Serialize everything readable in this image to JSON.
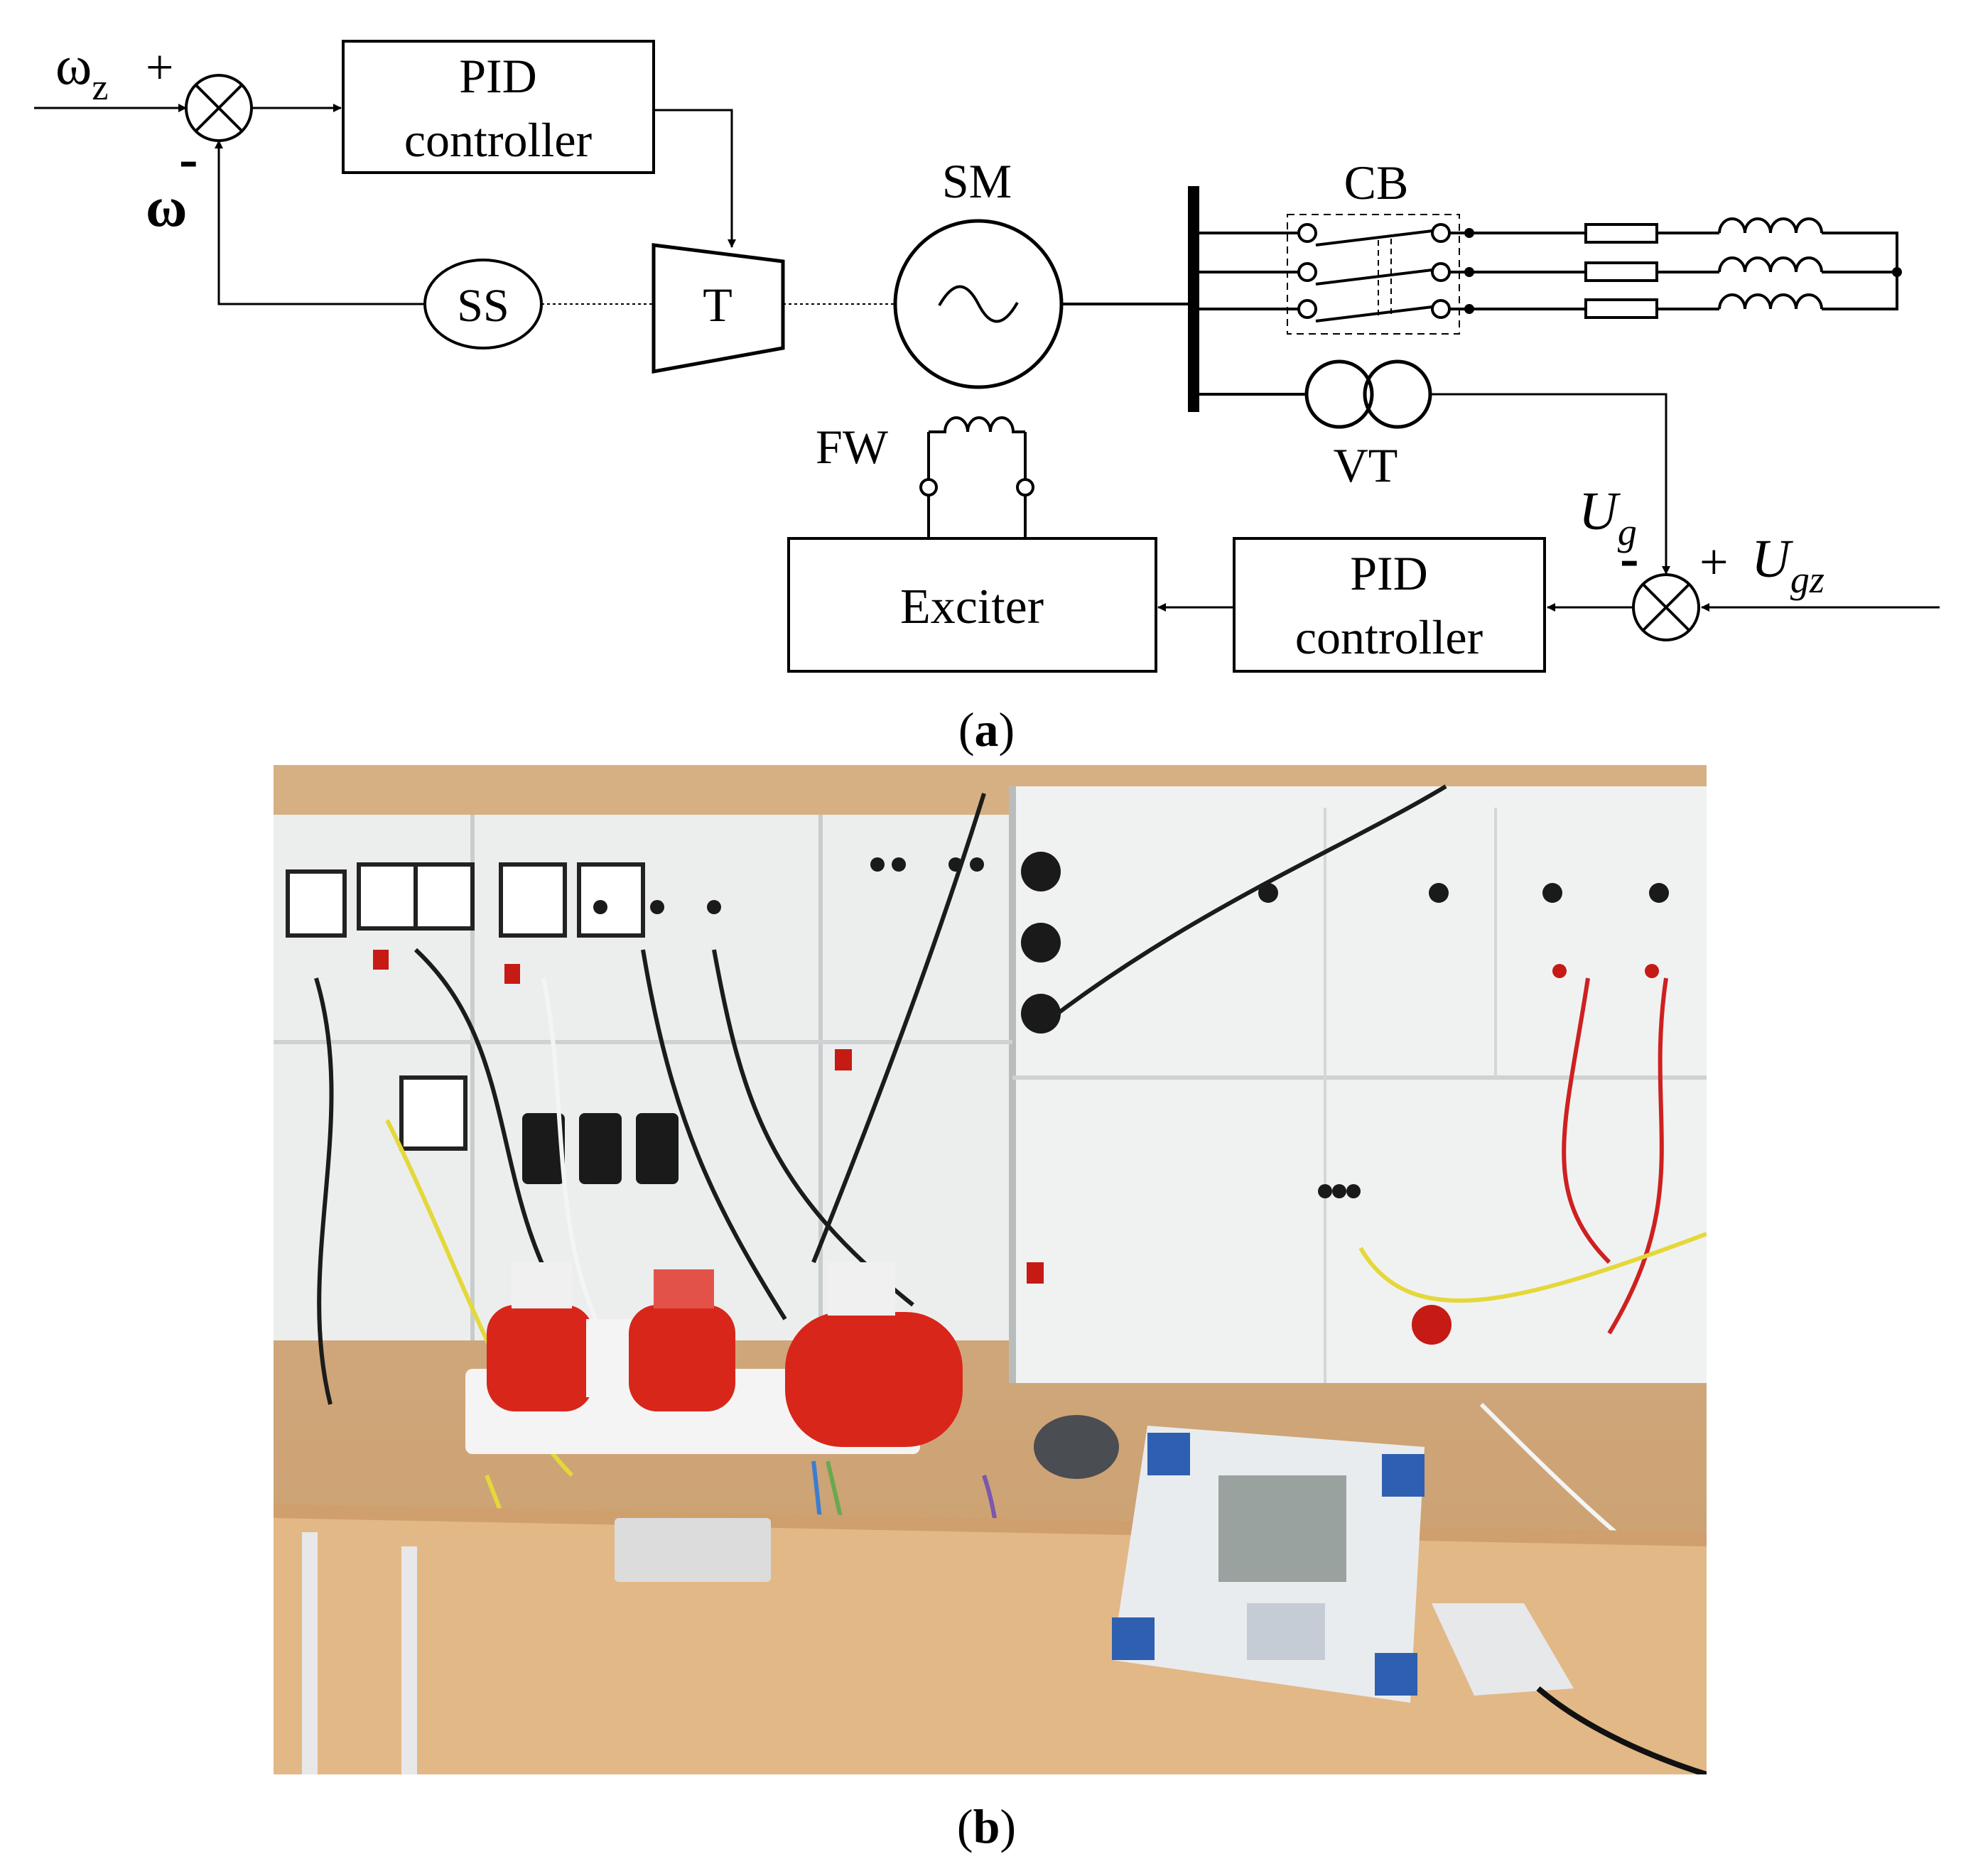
{
  "diagram": {
    "speed_loop": {
      "reference_label": "ω",
      "reference_subscript": "z",
      "reference_sign": "+",
      "feedback_label": "ω",
      "feedback_sign": "-",
      "controller_line1": "PID",
      "controller_line2": "controller",
      "speed_sensor": "SS",
      "turbine": "T"
    },
    "generator_label": "SM",
    "breaker_label": "CB",
    "voltage_transformer_label": "VT",
    "field_winding_label": "FW",
    "exciter_label": "Exciter",
    "voltage_loop": {
      "measured_label": "U",
      "measured_subscript": "g",
      "measured_sign": "-",
      "reference_label": "U",
      "reference_subscript": "gz",
      "reference_sign": "+",
      "controller_line1": "PID",
      "controller_line2": "controller"
    }
  },
  "captions": {
    "a": "a",
    "b": "b"
  },
  "photo": {
    "description_icon": "laboratory-test-bench-photo",
    "colors": {
      "wall": "#d4ad81",
      "panel": "#eef0f0",
      "motor": "#d8261b",
      "table": "#e2b887",
      "analyzer": "#2f5fb0"
    }
  }
}
